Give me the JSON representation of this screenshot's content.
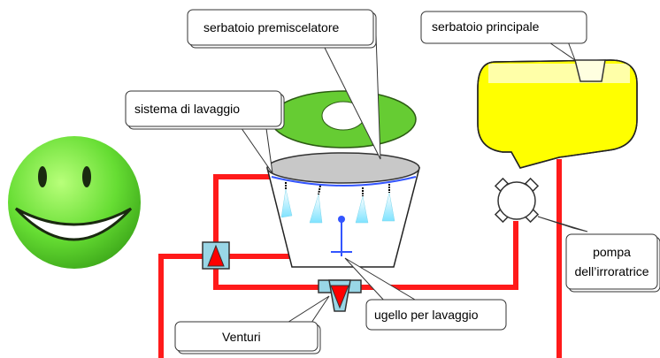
{
  "labels": {
    "premixer_tank": "serbatoio premiscelatore",
    "main_tank": "serbatoio principale",
    "washing_system": "sistema di lavaggio",
    "sprayer_pump_line1": "pompa",
    "sprayer_pump_line2": "dell’irroratrice",
    "washing_nozzle": "ugello per lavaggio",
    "venturi": "Venturi"
  },
  "colors": {
    "pipe": "#ff1a1a",
    "tank_fill": "#ffff00",
    "lid": "#66cc33",
    "smiley": "#66dd33",
    "nozzle_line": "#3355ff",
    "spray": "#99eeff",
    "valve_body": "#99d6e6",
    "arrow": "#ff0000",
    "basin_top": "#c8c8c8"
  },
  "icons": [
    "smiley-icon",
    "pump-icon",
    "venturi-icon",
    "check-valve-icon",
    "spray-nozzle-icon"
  ]
}
